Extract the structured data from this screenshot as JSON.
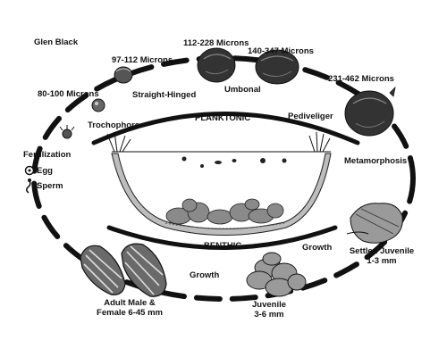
{
  "credit": "Glen Black",
  "stages": {
    "egg": "Egg",
    "sperm": "Sperm",
    "fertilization": "Fertilization",
    "trochophore": "Trochophore",
    "trochophore_size": "80-100 Microns",
    "straight_hinged": "Straight-Hinged",
    "straight_hinged_size": "97-112 Microns",
    "umbonal": "Umbonal",
    "umbonal_size_1": "112-228 Microns",
    "umbonal_size_2": "140-347 Microns",
    "pediveliger": "Pediveliger",
    "pediveliger_size": "231-462 Microns",
    "metamorphosis": "Metamorphosis",
    "settled_juvenile": "Settled Juvenile",
    "settled_juvenile_size": "1-3 mm",
    "growth_1": "Growth",
    "juvenile": "Juvenile",
    "juvenile_size": "3-6 mm",
    "growth_2": "Growth",
    "adult_line_1": "Adult Male &",
    "adult_line_2": "Female 6-45 mm"
  },
  "zones": {
    "planktonic": "PLANKTONIC",
    "benthic": "BENTHIC"
  }
}
